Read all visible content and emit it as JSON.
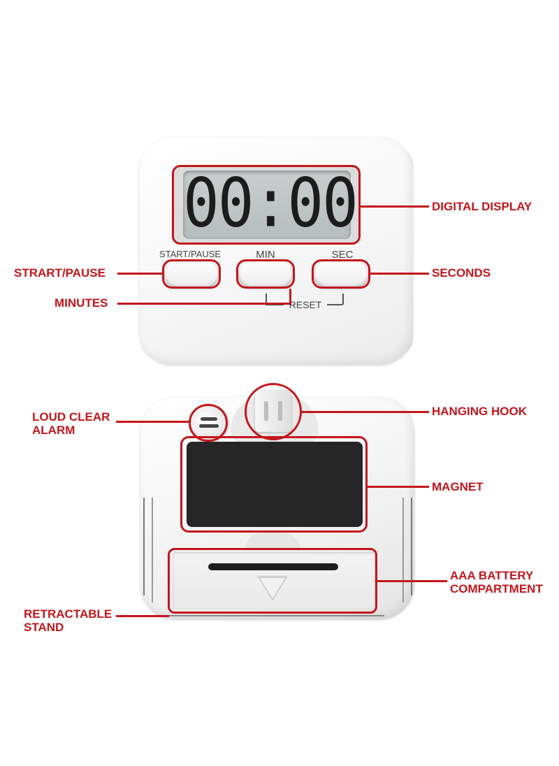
{
  "timer": {
    "display_digits": "00:00",
    "buttons": [
      {
        "label": "START/PAUSE"
      },
      {
        "label": "MIN"
      },
      {
        "label": "SEC"
      }
    ],
    "reset_label": "RESET"
  },
  "callouts": {
    "digital_display": "DIGITAL DISPLAY",
    "start_pause": "STRART/PAUSE",
    "seconds": "SECONDS",
    "minutes": "MINUTES",
    "loud_alarm_line1": "LOUD CLEAR",
    "loud_alarm_line2": "ALARM",
    "hanging_hook": "HANGING HOOK",
    "magnet": "MAGNET",
    "battery_line1": "AAA BATTERY",
    "battery_line2": "COMPARTMENT",
    "stand_line1": "RETRACTABLE",
    "stand_line2": "STAND"
  },
  "colors": {
    "callout_red": "#c3161c",
    "magnet_black": "#262626",
    "lcd_gray": "#c9cdce"
  }
}
